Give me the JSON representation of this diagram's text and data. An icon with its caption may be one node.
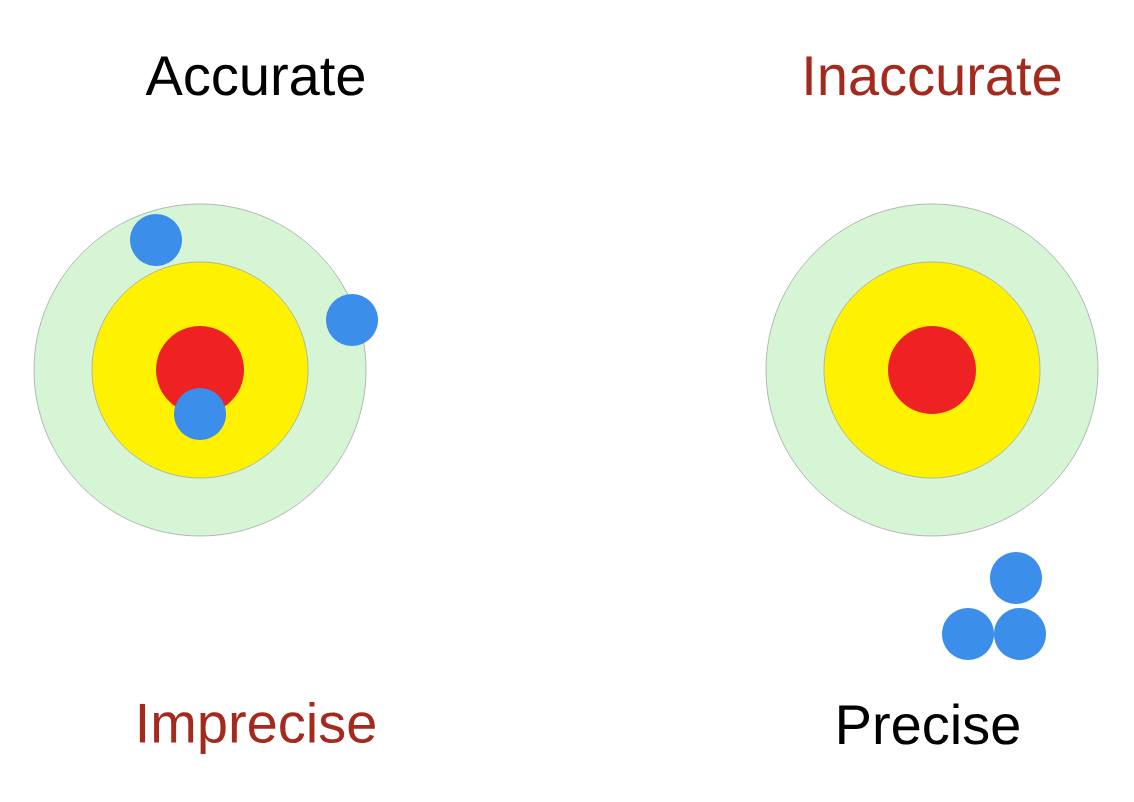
{
  "diagram": {
    "labels": [
      "Accurate",
      "Inaccurate",
      "Imprecise",
      "Precise"
    ]
  }
}
